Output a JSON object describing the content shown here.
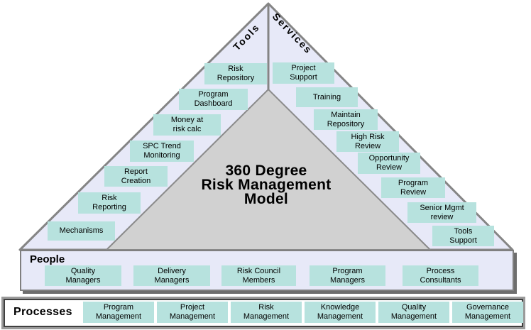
{
  "diagram": {
    "title": "360 Degree\nRisk Management\nModel",
    "colors": {
      "box_teal": "#B7E2DE",
      "band_lavender": "#E7E9F8",
      "inner_triangle_gray": "#D1D1D1",
      "edge_gray": "#858585"
    },
    "tools": {
      "label": "Tools",
      "items": [
        "Risk\nRepository",
        "Program\nDashboard",
        "Money at\nrisk calc",
        "SPC Trend\nMonitoring",
        "Report\nCreation",
        "Risk\nReporting",
        "Mechanisms"
      ]
    },
    "services": {
      "label": "Services",
      "items": [
        "Project\nSupport",
        "Training",
        "Maintain\nRepository",
        "High Risk\nReview",
        "Opportunity\nReview",
        "Program\nReview",
        "Senior Mgmt\nreview",
        "Tools\nSupport"
      ]
    },
    "people": {
      "label": "People",
      "items": [
        "Quality\nManagers",
        "Delivery\nManagers",
        "Risk Council\nMembers",
        "Program\nManagers",
        "Process\nConsultants"
      ]
    },
    "processes": {
      "label": "Processes",
      "items": [
        "Program\nManagement",
        "Project\nManagement",
        "Risk\nManagement",
        "Knowledge\nManagement",
        "Quality\nManagement",
        "Governance\nManagement"
      ]
    }
  }
}
